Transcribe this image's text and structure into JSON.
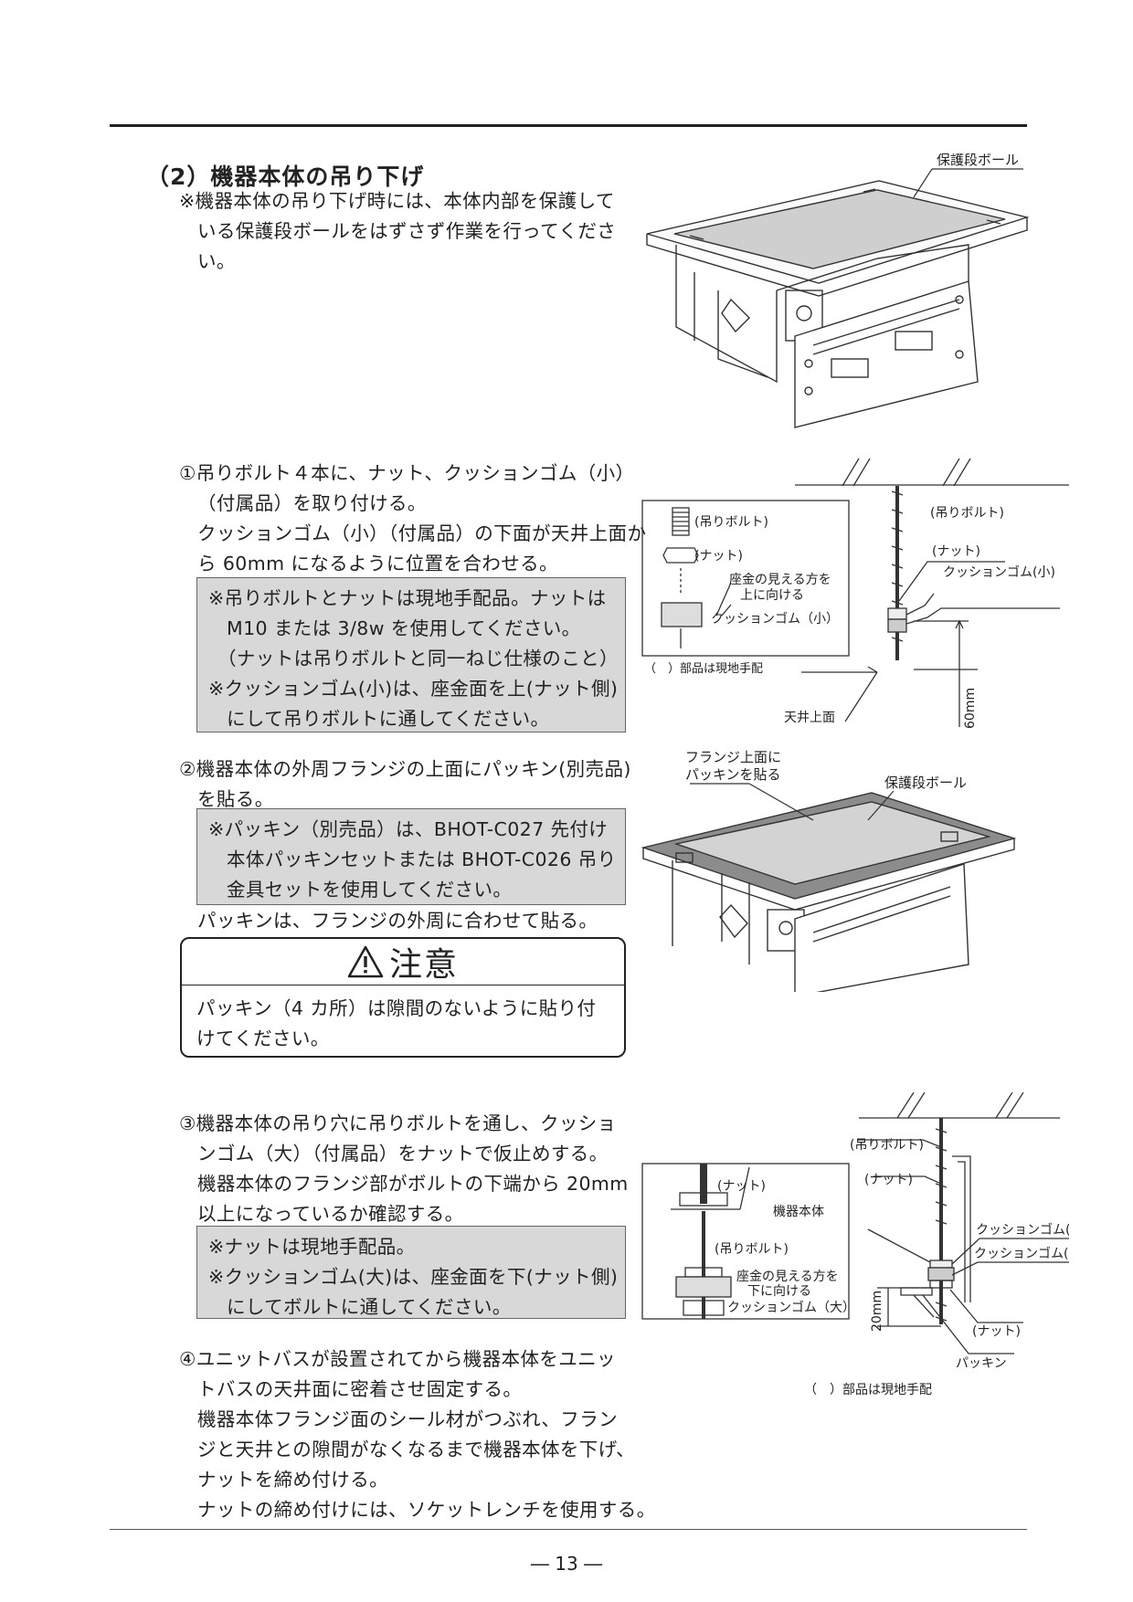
{
  "section": {
    "title": "（2）機器本体の吊り下げ",
    "note_lines": [
      "※機器本体の吊り下げ時には、本体内部を保護して",
      "いる保護段ボールをはずさず作業を行ってくださ",
      "い。"
    ]
  },
  "step1": {
    "lines": [
      "①吊りボルト４本に、ナット、クッションゴム（小）",
      "（付属品）を取り付ける。",
      "クッションゴム（小）（付属品）の下面が天井上面か",
      "ら 60mm になるように位置を合わせる。"
    ],
    "box_lines": [
      "※吊りボルトとナットは現地手配品。ナットは",
      "M10 または 3/8w を使用してください。",
      "（ナットは吊りボルトと同一ねじ仕様のこと）",
      "※クッションゴム(小)は、座金面を上(ナット側)",
      "にして吊りボルトに通してください。"
    ]
  },
  "step2": {
    "lines": [
      "②機器本体の外周フランジの上面にパッキン(別売品)",
      "を貼る。"
    ],
    "box_lines": [
      "※パッキン（別売品）は、BHOT-C027 先付け",
      "本体パッキンセットまたは BHOT-C026 吊り",
      "金具セットを使用してください。"
    ],
    "after": "パッキンは、フランジの外周に合わせて貼る。"
  },
  "caution": {
    "title": "注意",
    "lines": [
      "パッキン（4 カ所）は隙間のないように貼り付",
      "けてください。"
    ]
  },
  "step3": {
    "lines": [
      "③機器本体の吊り穴に吊りボルトを通し、クッショ",
      "ンゴム（大）（付属品）をナットで仮止めする。",
      "機器本体のフランジ部がボルトの下端から 20mm",
      "以上になっているか確認する。"
    ],
    "box_lines": [
      "※ナットは現地手配品。",
      "※クッションゴム(大)は、座金面を下(ナット側)",
      "にしてボルトに通してください。"
    ]
  },
  "step4": {
    "lines": [
      "④ユニットバスが設置されてから機器本体をユニッ",
      "トバスの天井面に密着させ固定する。",
      "機器本体フランジ面のシール材がつぶれ、フラン",
      "ジと天井との隙間がなくなるまで機器本体を下げ、",
      "ナットを締め付ける。",
      "ナットの締め付けには、ソケットレンチを使用する。"
    ]
  },
  "fig1": {
    "label": "保護段ボール"
  },
  "fig2": {
    "bolt": "(吊りボルト)",
    "nut": "(ナット)",
    "washer_up": [
      "座金の見える方を",
      "上に向ける"
    ],
    "cushion_small": "クッションゴム（小）",
    "footnote": "（　）部品は現地手配",
    "right_bolt": "(吊りボルト)",
    "right_nut": "(ナット)",
    "right_cushion": "クッションゴム(小)",
    "ceiling": "天井上面",
    "dim": "60mm"
  },
  "fig3": {
    "flange": [
      "フランジ上面に",
      "パッキンを貼る"
    ],
    "cardboard": "保護段ボール"
  },
  "fig4": {
    "bolt": "(吊りボルト)",
    "body": "機器本体",
    "washer_down": [
      "座金の見える方を",
      "下に向ける"
    ],
    "cushion_large": "クッションゴム（大）",
    "nut": "(ナット)",
    "right_bolt": "(吊りボルト)",
    "right_nut": "(ナット)",
    "right_cushion_small": "クッションゴム(小)",
    "right_cushion_large": "クッションゴム(大)",
    "right_nut2": "(ナット)",
    "packing": "パッキン",
    "dim": "20mm",
    "footnote": "（　）部品は現地手配"
  },
  "page": {
    "number": "― 13 ―"
  }
}
